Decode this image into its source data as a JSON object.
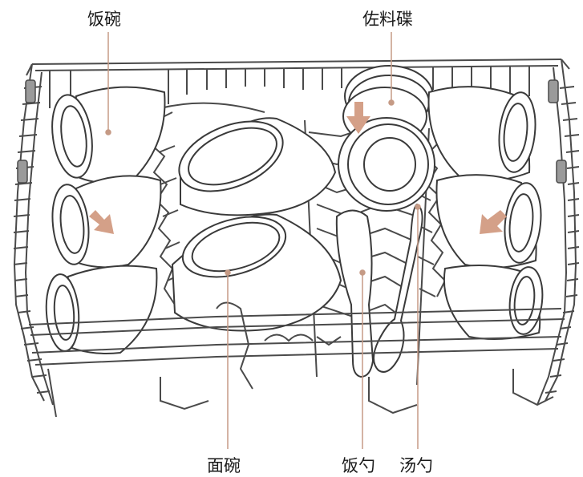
{
  "labels": {
    "rice_bowl": "饭碗",
    "side_plate": "佐料碟",
    "noodle_bowl": "面碗",
    "rice_spoon": "饭勺",
    "soup_spoon": "汤勺"
  },
  "colors": {
    "leader": "#c59a85",
    "arrow": "#d4a088",
    "stroke": "#3a3a3a",
    "rack": "#4a4a4a",
    "fill": "#ffffff",
    "clip": "#9a9a9a"
  }
}
